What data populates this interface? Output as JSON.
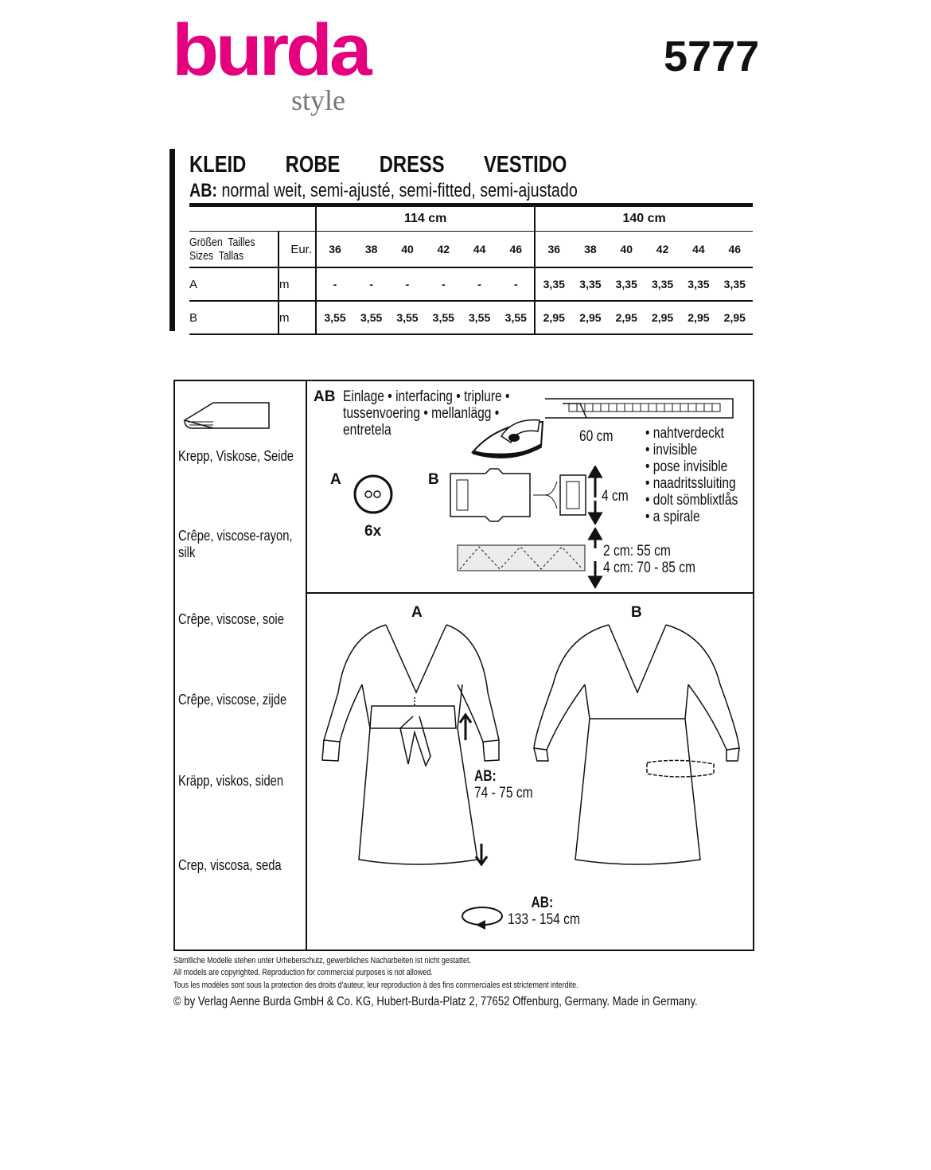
{
  "brand": {
    "name": "burda",
    "sub": "style",
    "accent": "#e5007e"
  },
  "pattern_number": "5777",
  "title": "KLEID   ROBE   DRESS   VESTIDO",
  "fit": {
    "label": "AB:",
    "text": " normal weit, semi-ajusté, semi-fitted, semi-ajustado"
  },
  "table": {
    "widths": [
      "114 cm",
      "140 cm"
    ],
    "size_label_1": "Größen  Tailles",
    "size_label_2": "Sizes  Tallas",
    "eur": "Eur.",
    "sizes": [
      "36",
      "38",
      "40",
      "42",
      "44",
      "46",
      "36",
      "38",
      "40",
      "42",
      "44",
      "46"
    ],
    "rows": [
      {
        "view": "A",
        "unit": "m",
        "values": [
          "-",
          "-",
          "-",
          "-",
          "-",
          "-",
          "3,35",
          "3,35",
          "3,35",
          "3,35",
          "3,35",
          "3,35"
        ]
      },
      {
        "view": "B",
        "unit": "m",
        "values": [
          "3,55",
          "3,55",
          "3,55",
          "3,55",
          "3,55",
          "3,55",
          "2,95",
          "2,95",
          "2,95",
          "2,95",
          "2,95",
          "2,95"
        ]
      }
    ]
  },
  "fabrics": [
    "Krepp, Viskose, Seide",
    "Crêpe, viscose-rayon,",
    "silk",
    "Crêpe, viscose, soie",
    "Crêpe, viscose, zijde",
    "Kräpp, viskos, siden",
    "Crep, viscosa, seda"
  ],
  "notions": {
    "ab": "AB",
    "interfacing_1": "Einlage • interfacing • triplure •",
    "interfacing_2": "tussenvoering • mellanlägg •",
    "interfacing_3": "entretela",
    "zipper_len": "60 cm",
    "zipper_types": [
      "• nahtverdeckt",
      "• invisible",
      "• pose invisible",
      "• naadritssluiting",
      "• dolt sömblixtlås",
      "• a spirale"
    ],
    "a": "A",
    "buttons": "6x",
    "b": "B",
    "buckle": "4 cm",
    "tape_1": "2 cm: 55 cm",
    "tape_2": "4 cm: 70 - 85 cm"
  },
  "views": {
    "a": "A",
    "b": "B",
    "length_label": "AB:",
    "length": "74 - 75 cm",
    "waist_label": "AB:",
    "waist": "133 - 154 cm"
  },
  "footer": [
    "Sämtliche Modelle stehen unter Urheberschutz, gewerbliches Nacharbeiten ist nicht gestattet.",
    "All models are copyrighted. Reproduction for commercial purposes is not allowed.",
    "Tous les modèles sont sous la protection des droits d'auteur, leur reproduction à des fins commerciales est strictement interdite.",
    "© by Verlag Aenne Burda GmbH & Co. KG, Hubert-Burda-Platz 2, 77652 Offenburg, Germany. Made in Germany."
  ]
}
